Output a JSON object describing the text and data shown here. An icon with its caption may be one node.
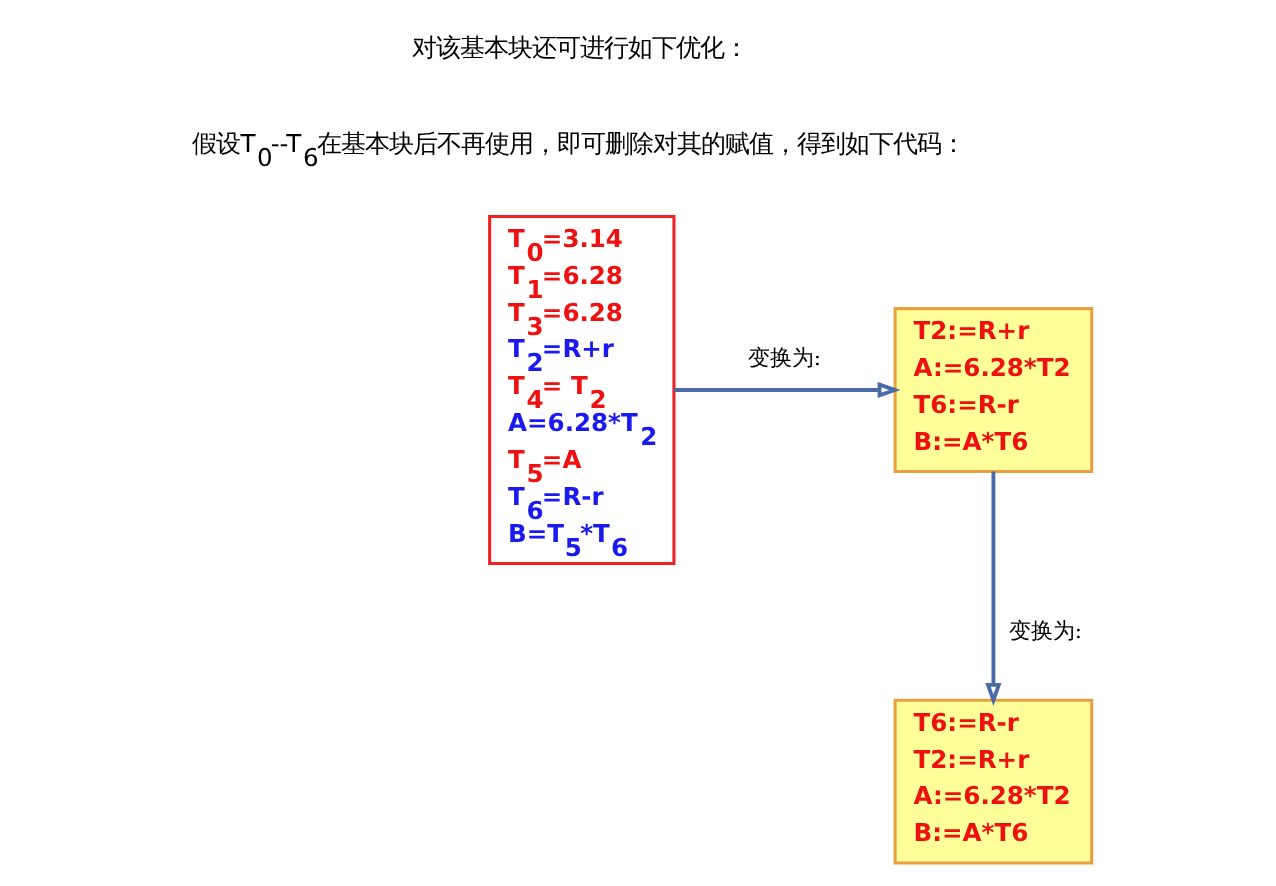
{
  "diagram": {
    "nodes": [
      {
        "text": [
          "T$_{0}$=3.14",
          "T$_{1}$=6.28",
          "T$_{3}$=6.28",
          "T$_{2}$=R+r",
          "T$_{4}$= T$_{2}$",
          "A=6.28*T$_{2}$",
          "T$_{5}$=A",
          "T$_{6}$=R-r",
          "B=T$_{5}$*T$_{6}$"
        ]
      },
      {
        "text": [
          "T2:=R+r",
          "A:=6.28*T2",
          "T6:=R-r",
          "B:=A*T6"
        ]
      },
      {
        "text": [
          "T6:=R-r",
          "T2:=R+r",
          "A:=6.28*T2",
          "B:=A*T6"
        ]
      }
    ],
    "edges": [
      {
        "from": 0,
        "to": 1,
        "arrow": "to",
        "label": "变换为:"
      },
      {
        "from": 1,
        "to": 2,
        "arrow": "to",
        "label": "变换为:"
      }
    ],
    "labels": [
      "对该基本块还可进行如下优化：",
      "假设T$_{0}$--T$_{6}$在基本块后不再使用，即可删除对其的赋值，得到如下代码："
    ]
  }
}
